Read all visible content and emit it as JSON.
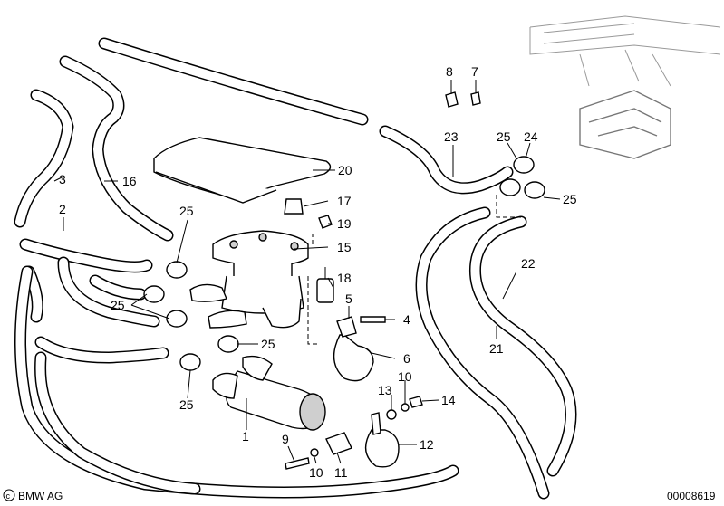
{
  "callouts": {
    "n1": "1",
    "n2": "2",
    "n3": "3",
    "n4": "4",
    "n5": "5",
    "n6": "6",
    "n7": "7",
    "n8": "8",
    "n9": "9",
    "n10a": "10",
    "n10b": "10",
    "n11": "11",
    "n12": "12",
    "n13": "13",
    "n14": "14",
    "n15": "15",
    "n16": "16",
    "n17": "17",
    "n18": "18",
    "n19": "19",
    "n20": "20",
    "n21": "21",
    "n22": "22",
    "n23": "23",
    "n24": "24",
    "n25a": "25",
    "n25b": "25",
    "n25c": "25",
    "n25d": "25",
    "n25e": "25",
    "n25f": "25"
  },
  "footer": {
    "brand": "BMW AG",
    "diagram_number": "00008619"
  }
}
